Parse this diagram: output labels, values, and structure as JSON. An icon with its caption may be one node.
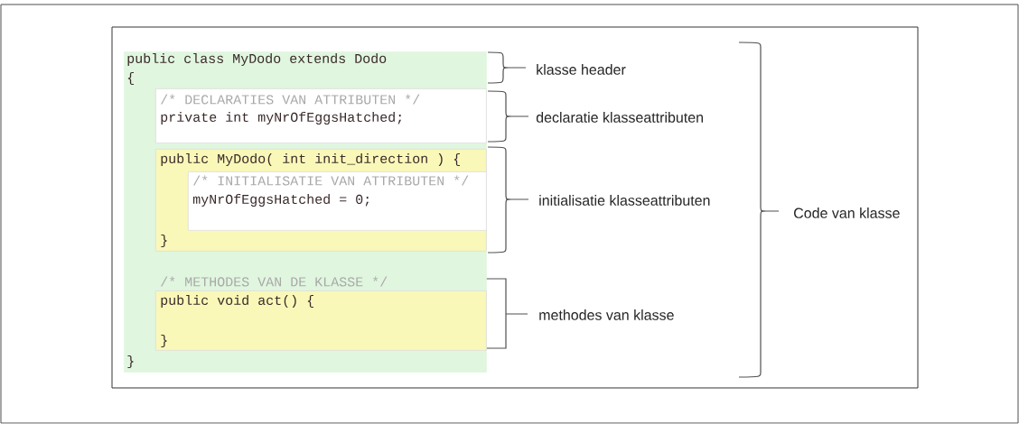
{
  "diagram": {
    "nodes": [
      {
        "text": [
          "public class MyDodo extends Dodo",
          "{",
          "/* METHODES VAN DE KLASSE */",
          "}"
        ]
      },
      {
        "text": [
          "/* DECLARATIES VAN ATTRIBUTEN */",
          "private int myNrOfEggsHatched;"
        ],
        "in": 0
      },
      {
        "text": [
          "public MyDodo( int init_direction ) {",
          "}"
        ],
        "in": 0
      },
      {
        "text": [
          "/* INITIALISATIE VAN ATTRIBUTEN */",
          "myNrOfEggsHatched = 0;"
        ],
        "in": 2
      },
      {
        "text": [
          "public void act() {",
          "}"
        ],
        "in": 0
      }
    ],
    "labels": [
      "klasse header",
      "declaratie klasseattributen",
      "initialisatie klasseattributen",
      "methodes van klasse",
      "Code van klasse"
    ]
  }
}
